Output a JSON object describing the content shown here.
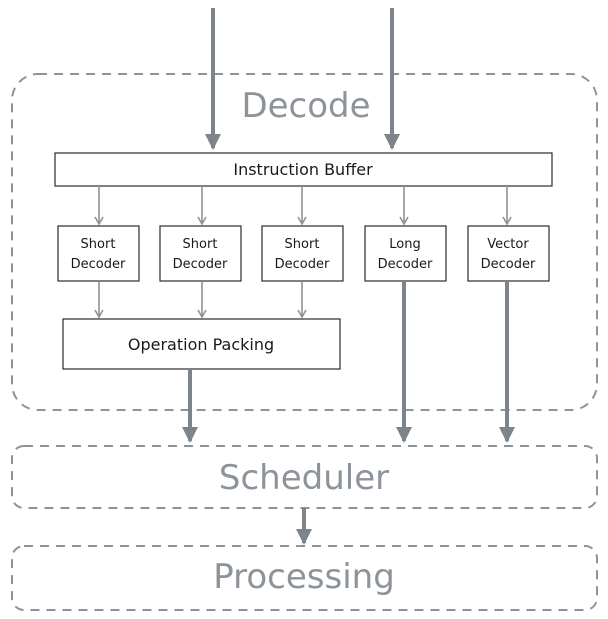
{
  "regions": {
    "decode": "Decode",
    "scheduler": "Scheduler",
    "processing": "Processing"
  },
  "blocks": {
    "instruction_buffer": "Instruction Buffer",
    "short_decoder_1": [
      "Short",
      "Decoder"
    ],
    "short_decoder_2": [
      "Short",
      "Decoder"
    ],
    "short_decoder_3": [
      "Short",
      "Decoder"
    ],
    "long_decoder": [
      "Long",
      "Decoder"
    ],
    "vector_decoder": [
      "Vector",
      "Decoder"
    ],
    "operation_packing": "Operation Packing"
  },
  "colors": {
    "region_stroke": "#8d939a",
    "box_stroke": "#2b2b2b",
    "arrow": "#7e848b"
  }
}
